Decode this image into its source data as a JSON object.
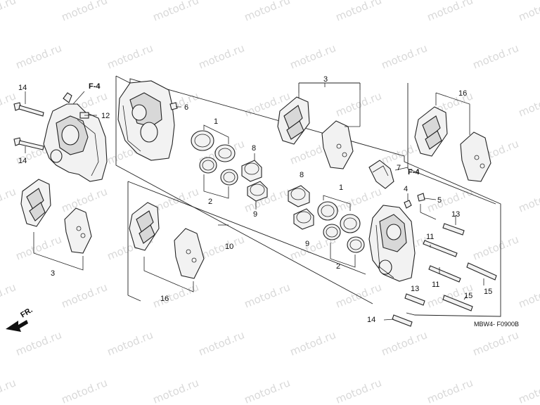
{
  "watermark": "motod.ru",
  "diagram_code": "MBW4- F0900B",
  "direction_label": "FR.",
  "labels": {
    "l14a": "14",
    "l14b": "14",
    "lF4a": "F-4",
    "l12": "12",
    "l3a": "3",
    "l16a": "16",
    "l10": "10",
    "l6": "6",
    "l1a": "1",
    "l2a": "2",
    "l8a": "8",
    "l9a": "9",
    "l3b": "3",
    "l16b": "16",
    "l7": "7",
    "lF4b": "F-4",
    "l4": "4",
    "l5": "5",
    "l8b": "8",
    "l9b": "9",
    "l1b": "1",
    "l2b": "2",
    "l13a": "13",
    "l11a": "11",
    "l11b": "11",
    "l15a": "15",
    "l13b": "13",
    "l15b": "15",
    "l14c": "14"
  }
}
